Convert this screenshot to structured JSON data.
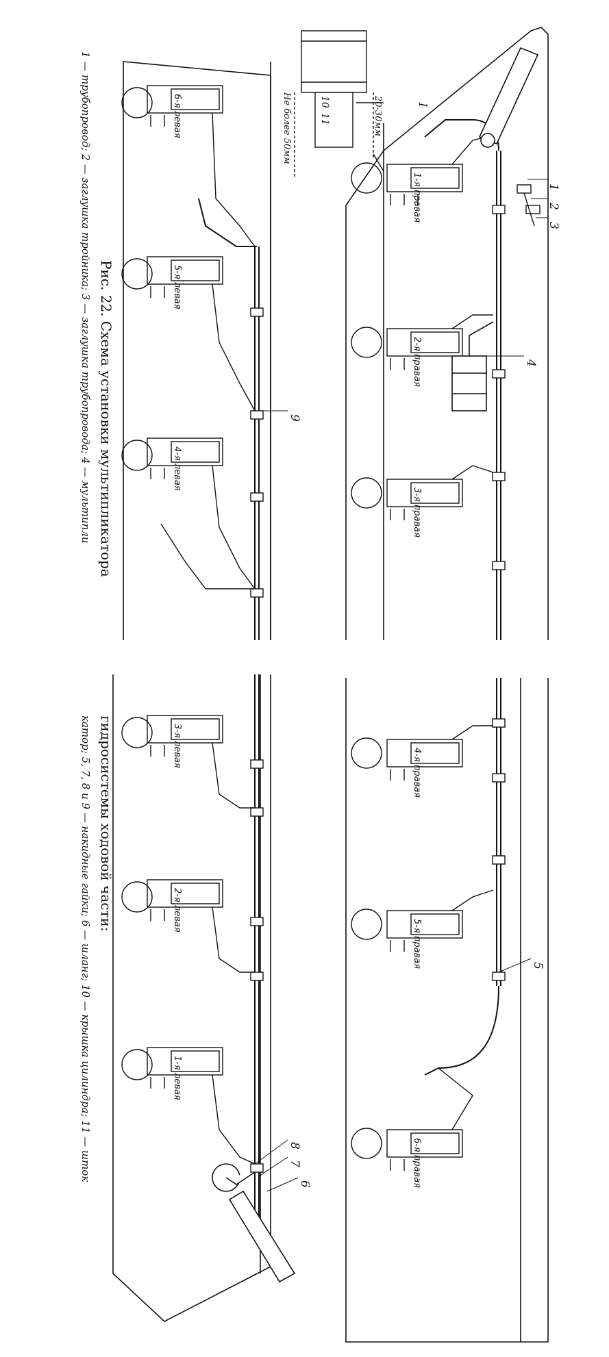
{
  "figure": {
    "title": "Рис. 22. Схема установки мультипликатора",
    "title_cont": "гидросистемы ходовой части:",
    "legend_line1": "1 — трубопровод; 2 — заглушка тройника; 3 — заглушка трубопровода; 4 — мультипли",
    "legend_line2": "катор; 5, 7, 8 и 9 — накидные гайки; 6 — шланг; 10 — крышка цилиндра; 11 — шток"
  },
  "callouts": {
    "n1": "1",
    "n2": "2",
    "n3": "3",
    "n4": "4",
    "n5": "5",
    "n6": "6",
    "n7": "7",
    "n8": "8",
    "n9": "9",
    "n10": "10",
    "n11": "11",
    "inset_label": "I",
    "dim_top": "20-30мм",
    "dim_bottom": "Не более 50мм"
  },
  "cylinders_right": [
    "1-я правая",
    "2-я правая",
    "3-я правая",
    "4-я правая",
    "5-я правая",
    "6-я правая"
  ],
  "cylinders_left": [
    "6-я левая",
    "5-я левая",
    "4-я левая",
    "3-я левая",
    "2-я левая",
    "1-я левая"
  ]
}
